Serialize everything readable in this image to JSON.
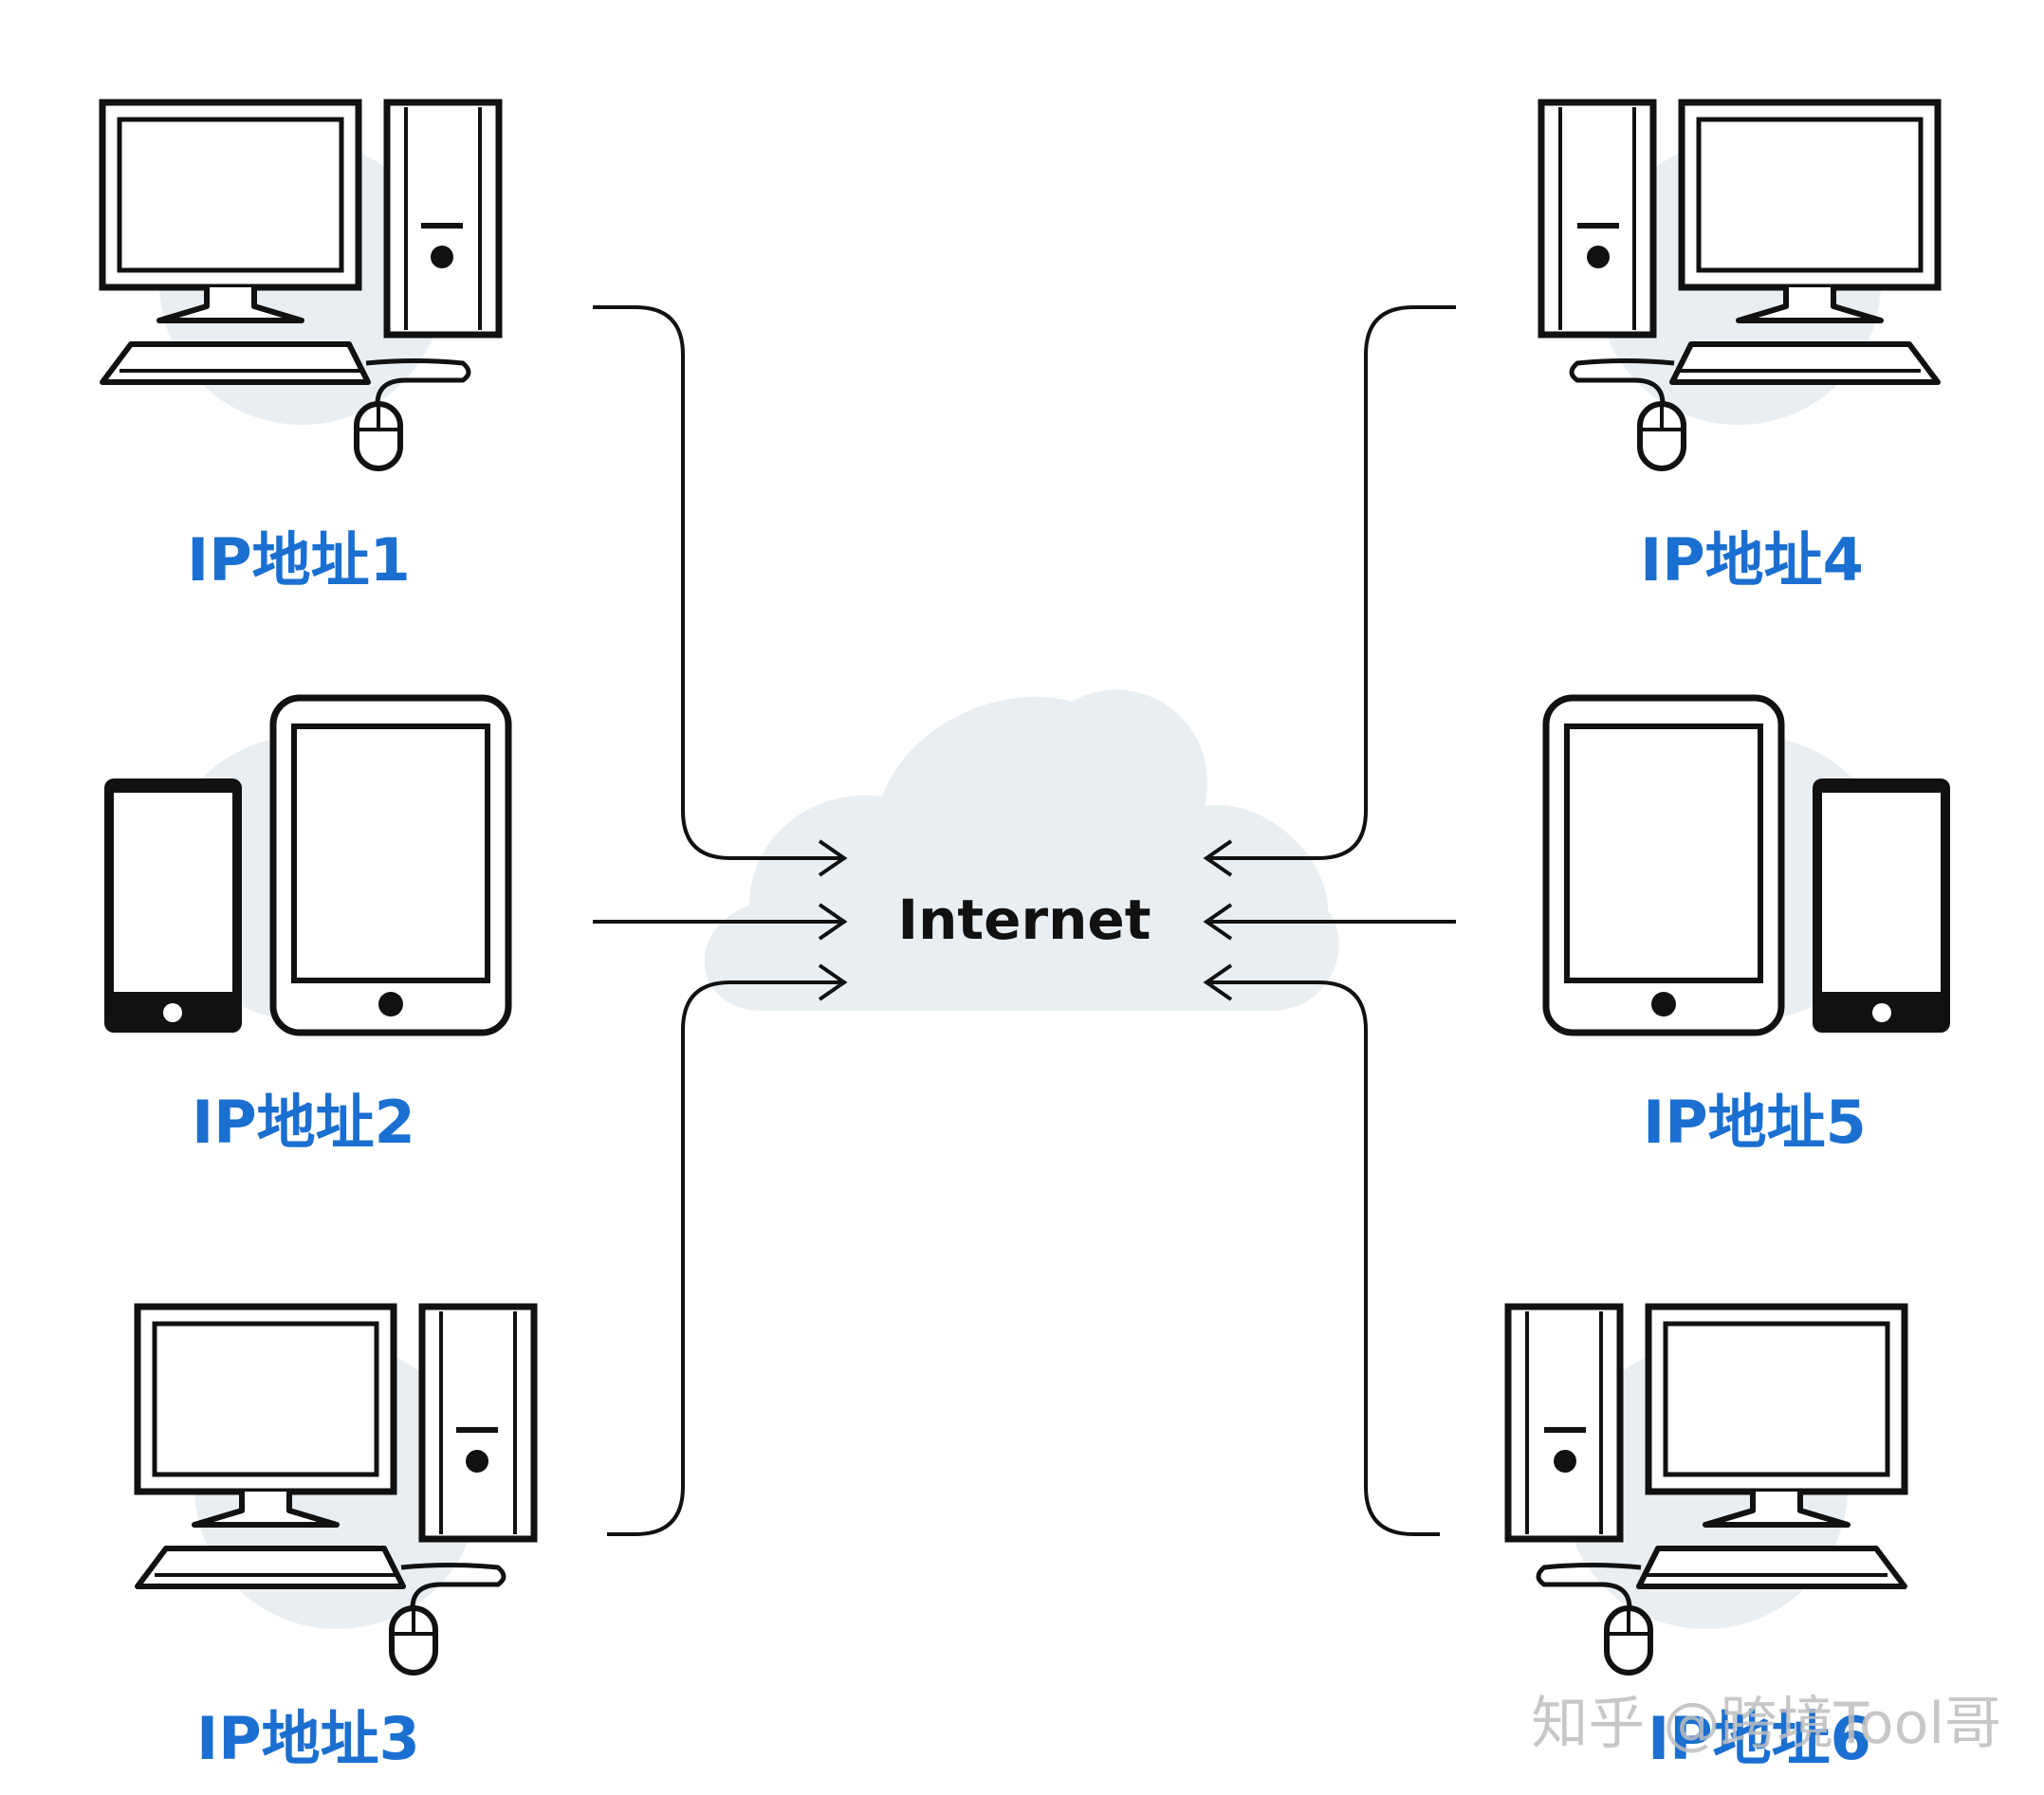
{
  "diagram": {
    "cloud_label": "Internet",
    "devices": [
      {
        "id": "pc1",
        "type": "desktop",
        "label": "IP地址1"
      },
      {
        "id": "mobile2",
        "type": "phone-tablet",
        "label": "IP地址2"
      },
      {
        "id": "pc3",
        "type": "desktop",
        "label": "IP地址3"
      },
      {
        "id": "pc4",
        "type": "desktop",
        "label": "IP地址4"
      },
      {
        "id": "mobile5",
        "type": "phone-tablet",
        "label": "IP地址5"
      },
      {
        "id": "pc6",
        "type": "desktop",
        "label": "IP地址6"
      }
    ],
    "connections": [
      {
        "from": "pc1",
        "to": "Internet"
      },
      {
        "from": "mobile2",
        "to": "Internet"
      },
      {
        "from": "pc3",
        "to": "Internet"
      },
      {
        "from": "pc4",
        "to": "Internet"
      },
      {
        "from": "mobile5",
        "to": "Internet"
      },
      {
        "from": "pc6",
        "to": "Internet"
      }
    ]
  },
  "watermark": "知乎 @跨境Tool哥",
  "colors": {
    "label": "#1a6fd1",
    "icon_background": "#e9eef2",
    "line": "#111111"
  }
}
